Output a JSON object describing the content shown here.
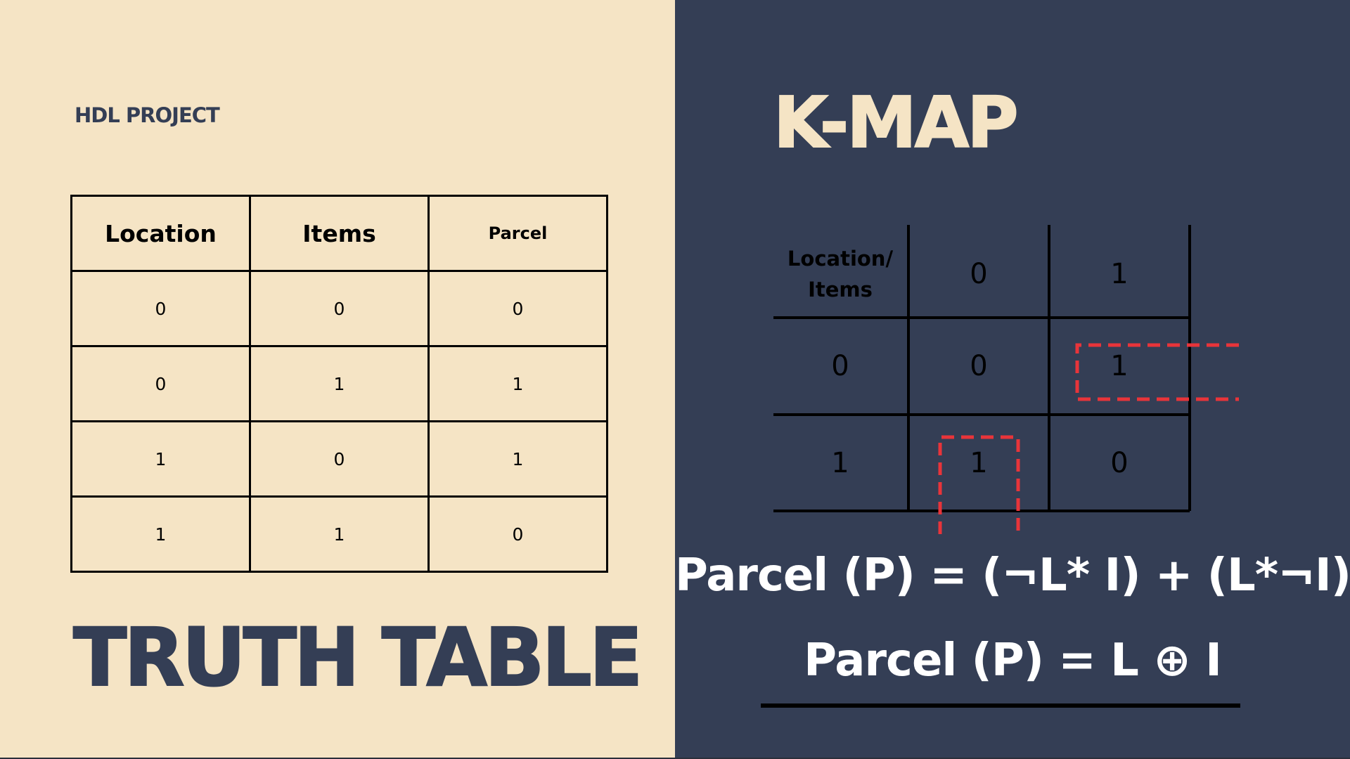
{
  "left": {
    "project_label": "HDL PROJECT",
    "section_title": "TRUTH TABLE",
    "table": {
      "headers": [
        "Location",
        "Items",
        "Parcel"
      ],
      "rows": [
        [
          "0",
          "0",
          "0"
        ],
        [
          "0",
          "1",
          "1"
        ],
        [
          "1",
          "0",
          "1"
        ],
        [
          "1",
          "1",
          "0"
        ]
      ]
    }
  },
  "right": {
    "section_title": "K-MAP",
    "kmap": {
      "corner_line1": "Location/",
      "corner_line2": "Items",
      "col_headers": [
        "0",
        "1"
      ],
      "row_headers": [
        "0",
        "1"
      ],
      "cells": [
        [
          "0",
          "1"
        ],
        [
          "1",
          "0"
        ]
      ]
    },
    "equations": [
      "Parcel (P) = (¬L* I) + (L*¬I)",
      "Parcel (P) = L ⊕ I"
    ]
  },
  "colors": {
    "cream": "#f5e4c5",
    "navy": "#343e55",
    "highlight_red": "#e8343a"
  }
}
